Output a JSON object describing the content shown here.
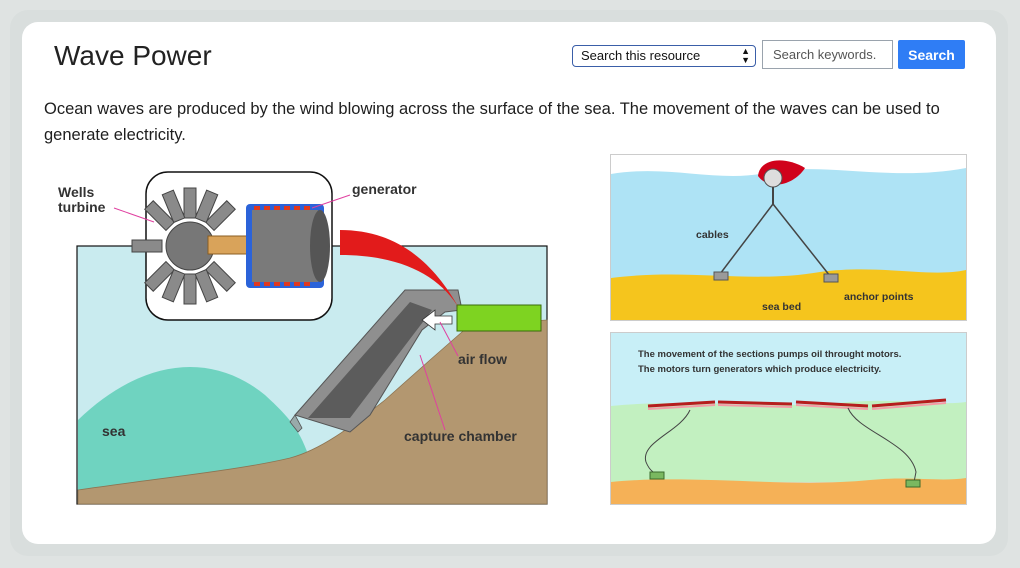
{
  "header": {
    "title": "Wave Power",
    "select_value": "Search this resource",
    "search_placeholder": "Search keywords.",
    "search_button": "Search"
  },
  "intro_text": "Ocean waves are produced by the wind blowing across the surface of the sea. The movement of the waves can be used to generate electricity.",
  "diagram_main": {
    "labels": {
      "wells_line1": "Wells",
      "wells_line2": "turbine",
      "generator": "generator",
      "air_flow": "air flow",
      "sea": "sea",
      "capture_chamber": "capture chamber"
    }
  },
  "diagram_top_right": {
    "labels": {
      "cables": "cables",
      "anchor_points": "anchor points",
      "sea_bed": "sea bed"
    }
  },
  "diagram_bottom_right": {
    "caption_line1": "The movement of the sections pumps oil throught motors.",
    "caption_line2": "The motors turn generators which produce electricity."
  }
}
